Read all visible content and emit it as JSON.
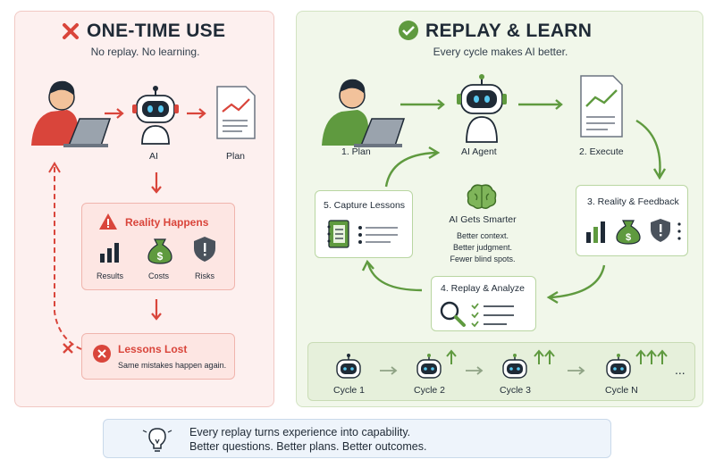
{
  "left": {
    "title": "ONE-TIME USE",
    "subtitle": "No replay. No learning.",
    "ai_label": "AI",
    "plan_label": "Plan",
    "reality": {
      "title": "Reality Happens",
      "results": "Results",
      "costs": "Costs",
      "risks": "Risks"
    },
    "lost": {
      "title": "Lessons Lost",
      "text": "Same mistakes happen again."
    }
  },
  "right": {
    "title": "REPLAY & LEARN",
    "subtitle": "Every cycle makes AI better.",
    "plan": "1. Plan",
    "agent": "AI Agent",
    "execute": "2. Execute",
    "feedback": "3. Reality & Feedback",
    "replay": "4. Replay & Analyze",
    "capture": "5. Capture Lessons",
    "smarter": {
      "title": "AI Gets Smarter",
      "line1": "Better context.",
      "line2": "Better judgment.",
      "line3": "Fewer blind spots."
    },
    "cycles": [
      "Cycle 1",
      "Cycle 2",
      "Cycle 3",
      "Cycle N"
    ],
    "ellipsis": "..."
  },
  "banner": {
    "line1": "Every replay turns experience into capability.",
    "line2": "Better questions. Better plans. Better outcomes."
  },
  "colors": {
    "red": "#d9453b",
    "green": "#5f9a3f",
    "navy": "#1f2a36"
  }
}
